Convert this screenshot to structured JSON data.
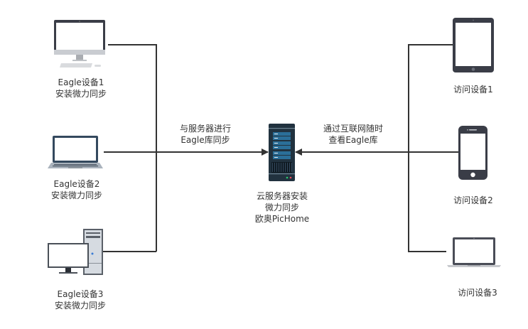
{
  "colors": {
    "line": "#333333",
    "device_dark": "#3a3d47",
    "device_light": "#d4d7dc",
    "screen": "#ffffff",
    "server_body": "#21323f",
    "server_panel": "#2b6f99",
    "led_green": "#2ecc71",
    "led_red": "#e84c5a"
  },
  "left_devices": [
    {
      "icon": "desktop-imac-icon",
      "line1": "Eagle设备1",
      "line2": "安装微力同步"
    },
    {
      "icon": "laptop-icon",
      "line1": "Eagle设备2",
      "line2": "安装微力同步"
    },
    {
      "icon": "desktop-tower-icon",
      "line1": "Eagle设备3",
      "line2": "安装微力同步"
    }
  ],
  "server": {
    "icon": "server-icon",
    "line1": "云服务器安装",
    "line2": "微力同步",
    "line3": "欧奥PicHome"
  },
  "edges": {
    "left_label_line1": "与服务器进行",
    "left_label_line2": "Eagle库同步",
    "right_label_line1": "通过互联网随时",
    "right_label_line2": "查看Eagle库"
  },
  "right_devices": [
    {
      "icon": "tablet-icon",
      "line1": "访问设备1"
    },
    {
      "icon": "phone-icon",
      "line1": "访问设备2"
    },
    {
      "icon": "laptop-icon",
      "line1": "访问设备3"
    }
  ]
}
